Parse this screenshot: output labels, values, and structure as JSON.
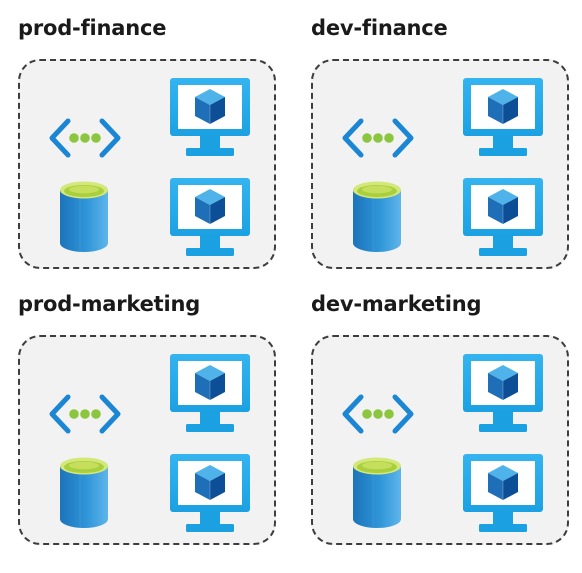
{
  "groups": [
    {
      "title": "prod-finance",
      "icons": [
        "virtual-network-icon",
        "database-icon",
        "virtual-machine-icon",
        "virtual-machine-icon"
      ]
    },
    {
      "title": "dev-finance",
      "icons": [
        "virtual-network-icon",
        "database-icon",
        "virtual-machine-icon",
        "virtual-machine-icon"
      ]
    },
    {
      "title": "prod-marketing",
      "icons": [
        "virtual-network-icon",
        "database-icon",
        "virtual-machine-icon",
        "virtual-machine-icon"
      ]
    },
    {
      "title": "dev-marketing",
      "icons": [
        "virtual-network-icon",
        "database-icon",
        "virtual-machine-icon",
        "virtual-machine-icon"
      ]
    }
  ],
  "colors": {
    "azure_blue": "#1ba1e2",
    "azure_dark_blue": "#0f6eb4",
    "green_dots": "#8cc63f",
    "box_fill": "#f2f2f2",
    "box_border": "#3d3d3d"
  }
}
